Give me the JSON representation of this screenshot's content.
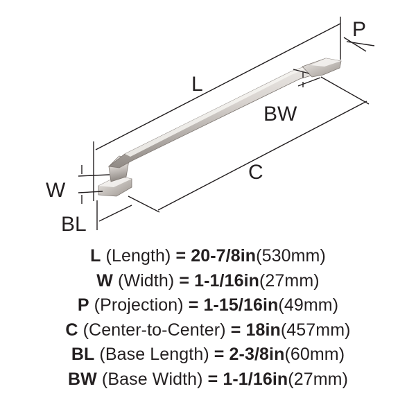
{
  "labels": {
    "length": "L",
    "width": "W",
    "projection": "P",
    "center": "C",
    "base_length": "BL",
    "base_width": "BW"
  },
  "specs": [
    {
      "abbr": "L",
      "name": "(Length)",
      "eq": "=",
      "value": "20-7/8in",
      "metric": "(530mm)"
    },
    {
      "abbr": "W",
      "name": "(Width)",
      "eq": "=",
      "value": "1-1/16in",
      "metric": "(27mm)"
    },
    {
      "abbr": "P",
      "name": "(Projection)",
      "eq": "=",
      "value": "1-15/16in",
      "metric": "(49mm)"
    },
    {
      "abbr": "C",
      "name": "(Center-to-Center)",
      "eq": "=",
      "value": "18in",
      "metric": "(457mm)"
    },
    {
      "abbr": "BL",
      "name": "(Base Length)",
      "eq": "=",
      "value": "2-3/8in",
      "metric": "(60mm)"
    },
    {
      "abbr": "BW",
      "name": "(Base Width)",
      "eq": "=",
      "value": "1-1/16in",
      "metric": "(27mm)"
    }
  ],
  "colors": {
    "text": "#231f20",
    "handle_light": "#ece9e5",
    "handle_mid": "#cfc9c4",
    "handle_dark": "#8d8681"
  }
}
